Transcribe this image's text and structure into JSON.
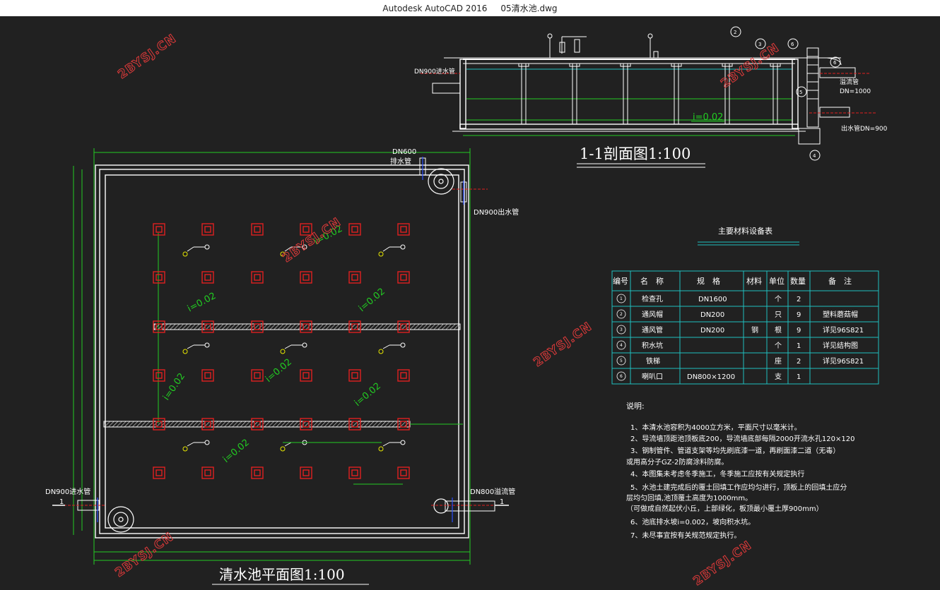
{
  "window": {
    "title": "Autodesk AutoCAD 2016     05清水池.dwg"
  },
  "watermark": "2BYSJ.CN",
  "section": {
    "title": "1-1剖面图1:100",
    "inlet_label": "DN900进水管",
    "overflow_label_1": "溢流管",
    "overflow_label_2": "DN=1000",
    "outlet_label": "出水管DN=900",
    "slope": "i=0.02",
    "callouts": [
      "2",
      "3",
      "6",
      "6",
      "5",
      "4"
    ]
  },
  "plan": {
    "title": "清水池平面图1:100",
    "drain_label_1": "DN600",
    "drain_label_2": "排水管",
    "outlet_label": "DN900出水管",
    "inlet_label": "DN900进水管",
    "overflow_label": "DN800溢流管",
    "section_mark": "1",
    "slopes": [
      "i=0.02",
      "i=0.02",
      "i=0.02",
      "i=0.02",
      "i=0.02",
      "i=0.02",
      "i=0.02"
    ]
  },
  "table": {
    "title": "主要材料设备表",
    "headers": [
      "编号",
      "名　称",
      "规　格",
      "材料",
      "单位",
      "数量",
      "备　注"
    ],
    "rows": [
      {
        "no": "1",
        "name": "检查孔",
        "spec": "DN1600",
        "material": "",
        "unit": "个",
        "qty": "2",
        "note": ""
      },
      {
        "no": "2",
        "name": "通风帽",
        "spec": "DN200",
        "material": "",
        "unit": "只",
        "qty": "9",
        "note": "塑料蘑菇帽"
      },
      {
        "no": "3",
        "name": "通风管",
        "spec": "DN200",
        "material": "钢",
        "unit": "根",
        "qty": "9",
        "note": "详见96S821"
      },
      {
        "no": "4",
        "name": "积水坑",
        "spec": "",
        "material": "",
        "unit": "个",
        "qty": "1",
        "note": "详见结构图"
      },
      {
        "no": "5",
        "name": "铁梯",
        "spec": "",
        "material": "",
        "unit": "座",
        "qty": "2",
        "note": "详见96S821"
      },
      {
        "no": "6",
        "name": "喇叭口",
        "spec": "DN800×1200",
        "material": "",
        "unit": "支",
        "qty": "1",
        "note": ""
      }
    ]
  },
  "notes": {
    "heading": "说明:",
    "lines": [
      "1、本清水池容积为4000立方米，平面尺寸以毫米计。",
      "2、导流墙顶距池顶板底200，导流墙底部每隔2000开流水孔120×120",
      "3、钢制管件、管道支架等均先刷底漆一道，再刷面漆二道（无毒）",
      "  或用高分子GZ-2防腐涂料防腐。",
      "4、本图集未考虑冬季施工，冬季施工应按有关规定执行",
      "5、水池土建完成后的覆土回填工作应均匀进行，顶板上的回填土应分",
      "  层均匀回填,池顶覆土高度为1000mm。",
      "（可做成自然起伏小丘，上部绿化，板顶最小覆土厚900mm）",
      "6、池底排水坡i=0.002，坡向积水坑。",
      "7、未尽事宜按有关规范规定执行。"
    ]
  },
  "colors": {
    "background": "#212121",
    "wall": "#ffffff",
    "column": "#e02020",
    "dimension": "#22cc22",
    "table_line": "#1fc0c0",
    "vent": "#e8e800",
    "watermark": "#e03a3a"
  }
}
